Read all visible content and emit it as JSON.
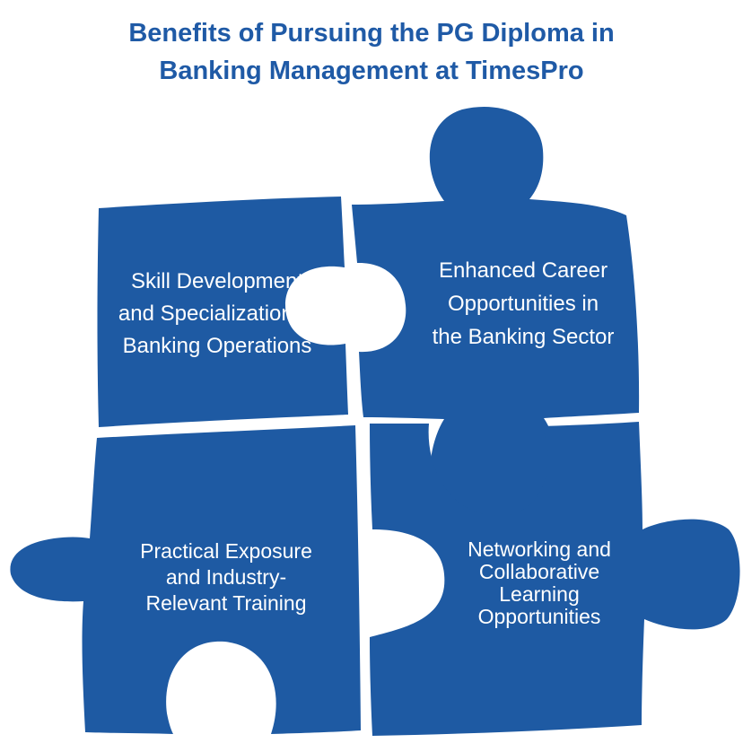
{
  "title": {
    "line1": "Benefits of Pursuing the PG Diploma in",
    "line2": "Banking Management at TimesPro"
  },
  "colors": {
    "title": "#1F5AA6",
    "piece_fill": "#1E5AA3",
    "piece_text": "#FFFFFF",
    "background": "#FFFFFF"
  },
  "pieces": {
    "top_left": {
      "lines": [
        "Skill Development",
        "and Specialization in",
        "Banking Operations"
      ]
    },
    "top_right": {
      "lines": [
        "Enhanced Career",
        "Opportunities in",
        "the Banking Sector"
      ]
    },
    "bottom_left": {
      "lines": [
        "Practical Exposure",
        "and Industry-",
        "Relevant Training"
      ]
    },
    "bottom_right": {
      "lines": [
        "Networking and",
        "Collaborative",
        "Learning",
        "Opportunities"
      ]
    }
  }
}
